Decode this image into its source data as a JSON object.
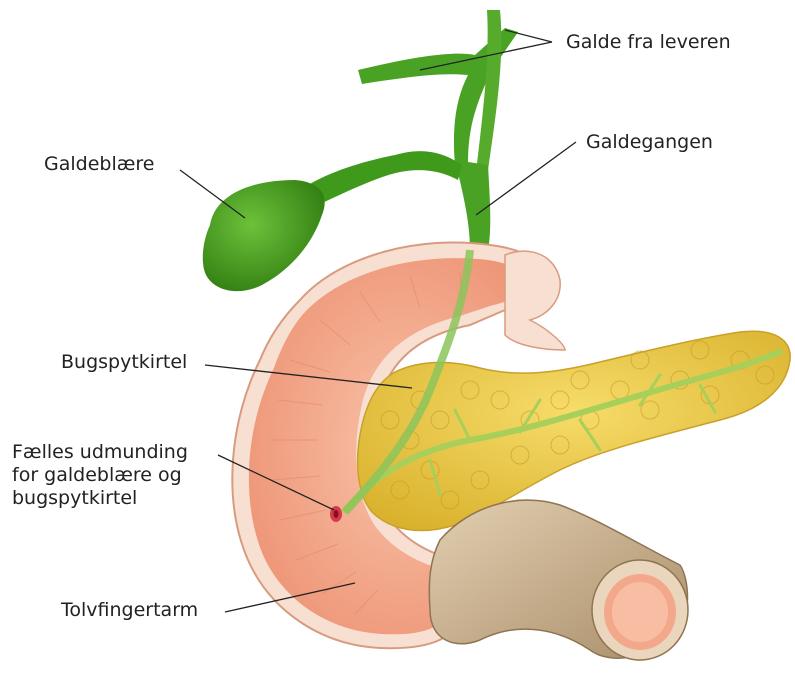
{
  "labels": {
    "galde_fra_leveren": "Galde fra leveren",
    "galdeblaere": "Galdeblære",
    "galdegangen": "Galdegangen",
    "bugspytkirtel": "Bugspytkirtel",
    "faelles_udmunding": [
      "Fælles udmunding",
      "for galdeblære og",
      "bugspytkirtel"
    ],
    "tolvfingertarm": "Tolvfingertarm"
  },
  "colors": {
    "gallbladder": "#3f9a1c",
    "bile_duct": "#4aa224",
    "duodenum_wall": "#f2a184",
    "duodenum_inner": "#f7b79c",
    "duodenum_rim": "#f7e0d2",
    "pancreas": "#eccb46",
    "pancreas_duct": "#a8cf5a",
    "intestine_tube": "#cbb08e",
    "leader_line": "#222222"
  }
}
